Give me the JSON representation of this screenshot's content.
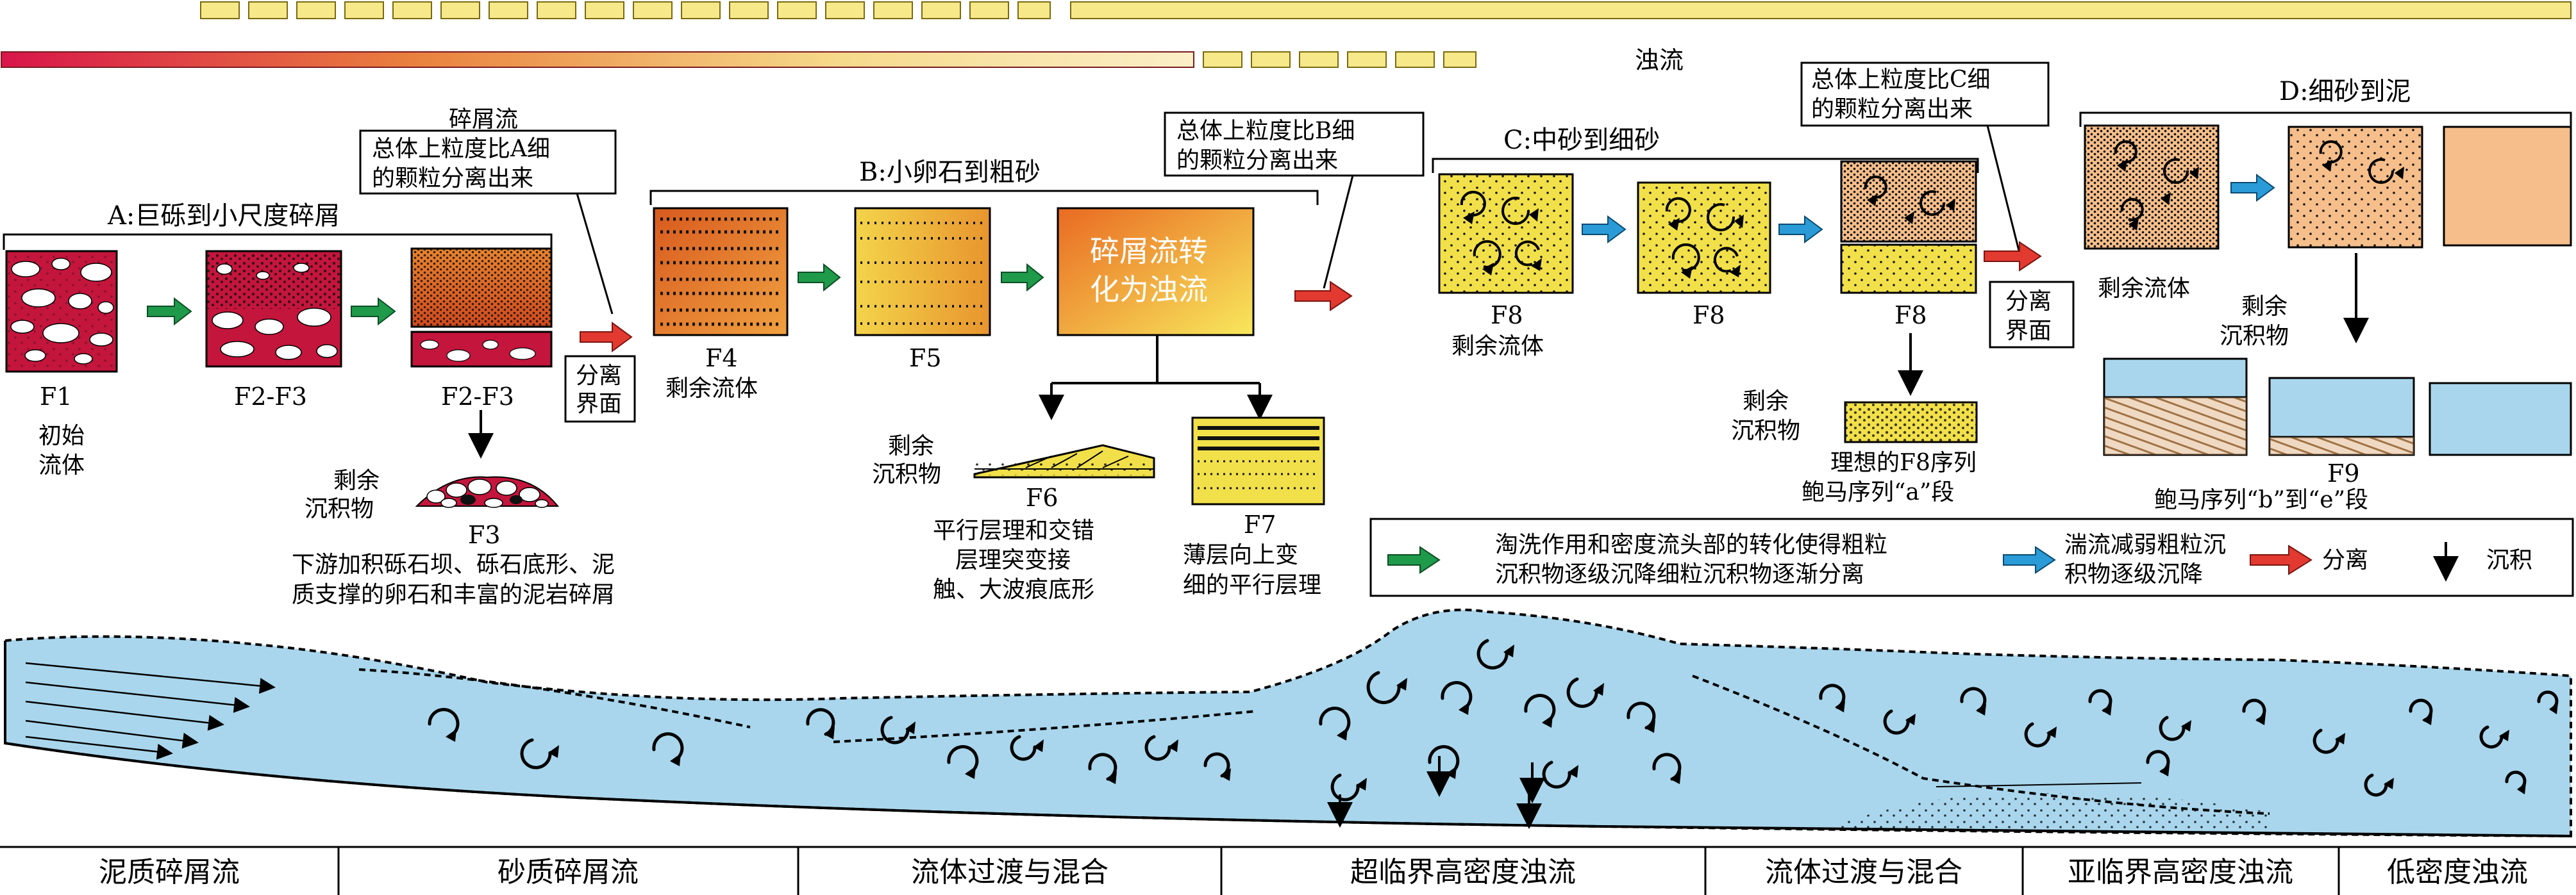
{
  "colors": {
    "flow_blue": "#A9D6EC",
    "green_arrow": "#1E9A4A",
    "blue_arrow": "#2A9BD6",
    "red_arrow": "#E23A30",
    "gold_bar": "#F7E98A",
    "crimson_box": "#C4153C",
    "orange_box": "#E88A2C",
    "yellow_box": "#F2E04A",
    "peach_box": "#F5BE8A"
  },
  "top_bar": {
    "label": "浊流"
  },
  "groups": {
    "a_title": "A:巨砾到小尺度碎屑",
    "b_title": "B:小卵石到粗砂",
    "c_title": "C:中砂到细砂",
    "d_title": "D:细砂到泥"
  },
  "callouts": {
    "debris_title": "碎屑流",
    "finer_than_a": [
      "总体上粒度比A细",
      "的颗粒分离出来"
    ],
    "finer_than_b": [
      "总体上粒度比B细",
      "的颗粒分离出来"
    ],
    "finer_than_c": [
      "总体上粒度比C细",
      "的颗粒分离出来"
    ]
  },
  "separation_interface": [
    "分离",
    "界面"
  ],
  "transition_box": [
    "碎屑流转",
    "化为浊流"
  ],
  "facies": {
    "f1": "F1",
    "f1_desc": [
      "初始",
      "流体"
    ],
    "f2_f3_a": "F2-F3",
    "f2_f3_b": "F2-F3",
    "f3": "F3",
    "f3_residual": [
      "剩余",
      "沉积物"
    ],
    "f3_desc": [
      "下游加积砾石坝、砾石底形、泥",
      "质支撑的卵石和丰富的泥岩碎屑"
    ],
    "f4": "F4",
    "f4_desc": "剩余流体",
    "f5": "F5",
    "f6": "F6",
    "f6_residual": [
      "剩余",
      "沉积物"
    ],
    "f6_desc": [
      "平行层理和交错",
      "层理突变接",
      "触、大波痕底形"
    ],
    "f7": "F7",
    "f7_desc": [
      "薄层向上变",
      "细的平行层理"
    ],
    "f8_a": "F8",
    "f8_a_desc": "剩余流体",
    "f8_b": "F8",
    "f8_c": "F8",
    "f8_residual": [
      "剩余",
      "沉积物"
    ],
    "f8_ideal": [
      "理想的F8序列",
      "鲍马序列“a”段"
    ],
    "d_residual_fluid": "剩余流体",
    "d_residual_sed": [
      "剩余",
      "沉积物"
    ],
    "f9": "F9",
    "f9_desc": "鲍马序列“b”到“e”段"
  },
  "legend": {
    "green_text": [
      "淘洗作用和密度流头部的转化使得粗粒",
      "沉积物逐级沉降细粒沉积物逐渐分离"
    ],
    "blue_text": [
      "湍流减弱粗粒沉",
      "积物逐级沉降"
    ],
    "red_text": "分离",
    "black_text": "沉积"
  },
  "stages": [
    "泥质碎屑流",
    "砂质碎屑流",
    "流体过渡与混合",
    "超临界高密度浊流",
    "流体过渡与混合",
    "亚临界高密度浊流",
    "低密度浊流"
  ]
}
